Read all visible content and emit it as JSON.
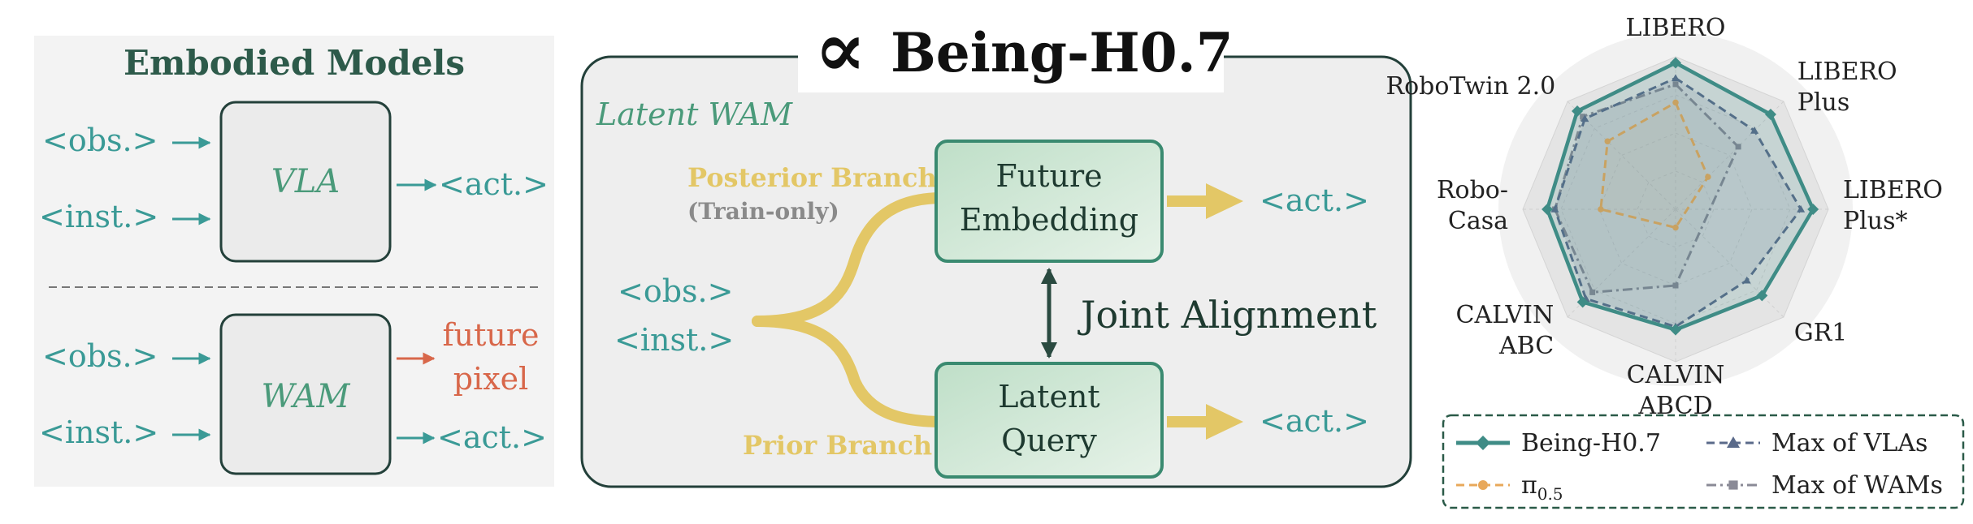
{
  "left_panel": {
    "title": "Embodied Models",
    "vla": {
      "label": "VLA",
      "obs": "<obs.>",
      "inst": "<inst.>",
      "act": "<act.>"
    },
    "wam": {
      "label": "WAM",
      "obs": "<obs.>",
      "inst": "<inst.>",
      "future_line1": "future",
      "future_line2": "pixel",
      "act": "<act.>"
    }
  },
  "middle_panel": {
    "logo_glyph": "∝",
    "title": "Being-H0.7",
    "subtitle": "Latent WAM",
    "inputs": {
      "obs": "<obs.>",
      "inst": "<inst.>"
    },
    "posterior_branch": "Posterior Branch",
    "train_only": "(Train-only)",
    "prior_branch": "Prior Branch",
    "future_box_line1": "Future",
    "future_box_line2": "Embedding",
    "latent_box_line1": "Latent",
    "latent_box_line2": "Query",
    "joint_alignment": "Joint Alignment",
    "act_top": "<act.>",
    "act_bottom": "<act.>"
  },
  "colors": {
    "teal": "#3a9a96",
    "dark_green": "#2a5a48",
    "yellow": "#e3c766",
    "orange_red": "#d8674a",
    "being_h07": "#3f8c86",
    "pi05": "#e8a85a",
    "max_vlas": "#5a6a8a",
    "max_wams": "#8a8a96"
  },
  "chart_data": {
    "type": "radar",
    "axes": [
      "LIBERO",
      "LIBERO Plus",
      "LIBERO Plus*",
      "GR1",
      "CALVIN ABCD",
      "CALVIN ABC",
      "Robo- Casa",
      "RoboTwin 2.0"
    ],
    "axis_label_lines": [
      [
        "LIBERO"
      ],
      [
        "LIBERO",
        "Plus"
      ],
      [
        "LIBERO",
        "Plus*"
      ],
      [
        "GR1"
      ],
      [
        "CALVIN",
        "ABCD"
      ],
      [
        "CALVIN",
        "ABC"
      ],
      [
        "Robo-",
        "Casa"
      ],
      [
        "RoboTwin 2.0"
      ]
    ],
    "range": [
      0,
      1
    ],
    "grid": true,
    "legend_placement": "bottom",
    "series": [
      {
        "name": "Being-H0.7",
        "values": [
          0.96,
          0.88,
          0.9,
          0.8,
          0.79,
          0.86,
          0.84,
          0.91
        ],
        "color": "#3f8c86",
        "marker": "diamond",
        "dash": "solid"
      },
      {
        "name": "π0.5",
        "values": [
          0.7,
          0.3,
          null,
          null,
          0.12,
          null,
          0.49,
          0.63
        ],
        "color": "#e8a85a",
        "marker": "circle",
        "dash": "dashed"
      },
      {
        "name": "Max of VLAs",
        "values": [
          0.86,
          0.73,
          0.82,
          0.66,
          0.77,
          0.83,
          0.79,
          0.84
        ],
        "color": "#5a6a8a",
        "marker": "triangle",
        "dash": "dashed"
      },
      {
        "name": "Max of WAMs",
        "values": [
          0.82,
          0.58,
          null,
          null,
          0.5,
          0.77,
          0.79,
          0.86
        ],
        "color": "#8a8a96",
        "marker": "square",
        "dash": "dashdot"
      }
    ],
    "legend": [
      {
        "label": "Being-H0.7",
        "marker": "diamond",
        "color": "#3f8c86"
      },
      {
        "label": "Max of VLAs",
        "marker": "triangle",
        "color": "#5a6a8a"
      },
      {
        "label": "π",
        "sub": "0.5",
        "marker": "circle",
        "color": "#e8a85a"
      },
      {
        "label": "Max of WAMs",
        "marker": "square",
        "color": "#8a8a96"
      }
    ]
  }
}
